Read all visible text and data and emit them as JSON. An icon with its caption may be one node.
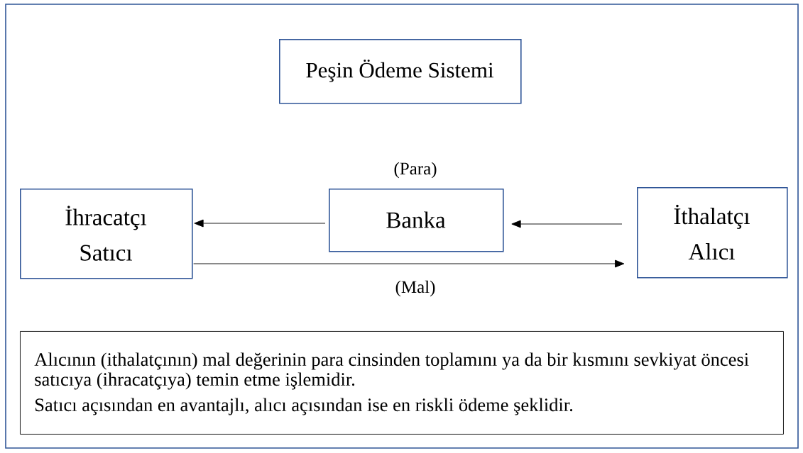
{
  "diagram": {
    "nodes": [
      {
        "text": [
          "Peşin Ödeme Sistemi"
        ]
      },
      {
        "text": [
          "İhracatçı",
          "Satıcı"
        ]
      },
      {
        "text": [
          "Banka"
        ]
      },
      {
        "text": [
          "İthalatçı",
          "Alıcı"
        ]
      },
      {
        "text": [
          "Alıcının (ithalatçının) mal değerinin para cinsinden toplamını ya da bir kısmını sevkiyat öncesi satıcıya (ihracatçıya) temin etme  işlemidir.",
          "Satıcı açısından en avantajlı, alıcı açısından ise en riskli ödeme şeklidir."
        ]
      }
    ],
    "edges": [
      {
        "from": 2,
        "to": 1,
        "arrow": "to"
      },
      {
        "from": 3,
        "to": 2,
        "arrow": "to"
      },
      {
        "from": 1,
        "to": 3,
        "arrow": "to"
      }
    ],
    "labels": [
      "(Para)",
      "(Mal)"
    ]
  }
}
